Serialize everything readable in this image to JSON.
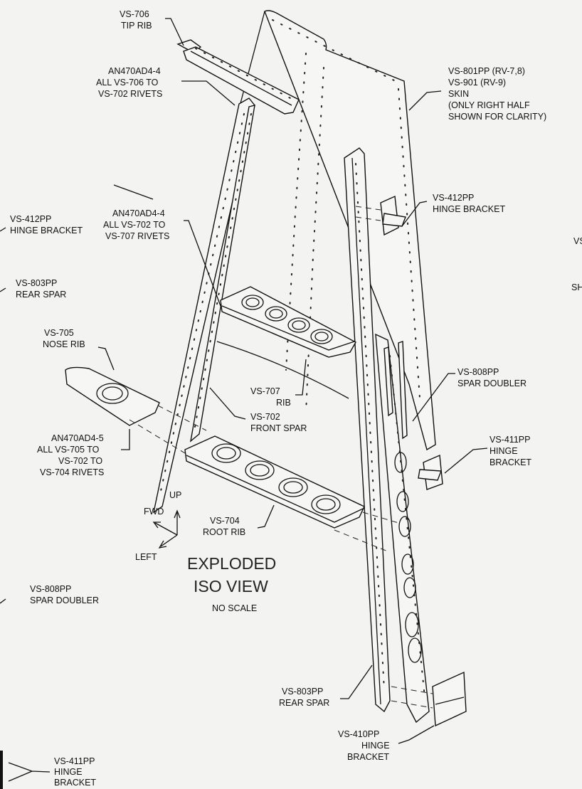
{
  "labels": {
    "tip_rib": [
      "VS-706",
      "TIP RIB"
    ],
    "rivets_706": [
      "AN470AD4-4",
      "ALL VS-706 TO",
      "VS-702 RIVETS"
    ],
    "skin": [
      "VS-801PP (RV-7,8)",
      "VS-901 (RV-9)",
      "SKIN",
      "(ONLY RIGHT HALF",
      "SHOWN FOR CLARITY)"
    ],
    "hinge_412_right": [
      "VS-412PP",
      "HINGE BRACKET"
    ],
    "hinge_412_left": [
      "VS-412PP",
      "HINGE BRACKET"
    ],
    "rivets_707": [
      "AN470AD4-4",
      "ALL VS-702 TO",
      "VS-707 RIVETS"
    ],
    "rear_spar_left": [
      "VS-803PP",
      "REAR SPAR"
    ],
    "nose_rib": [
      "VS-705",
      "NOSE RIB"
    ],
    "rib_707": [
      "VS-707",
      "RIB"
    ],
    "front_spar": [
      "VS-702",
      "FRONT SPAR"
    ],
    "rivets_705": [
      "AN470AD4-5",
      "ALL VS-705 TO",
      "VS-702 TO",
      "VS-704 RIVETS"
    ],
    "spar_doubler_right": [
      "VS-808PP",
      "SPAR DOUBLER"
    ],
    "hinge_411_right": [
      "VS-411PP",
      "HINGE",
      "BRACKET"
    ],
    "root_rib": [
      "VS-704",
      "ROOT RIB"
    ],
    "spar_doubler_left": [
      "VS-808PP",
      "SPAR DOUBLER"
    ],
    "rear_spar_bottom": [
      "VS-803PP",
      "REAR SPAR"
    ],
    "hinge_410": [
      "VS-410PP",
      "HINGE",
      "BRACKET"
    ],
    "hinge_411_left": [
      "VS-411PP",
      "HINGE",
      "BRACKET"
    ],
    "edge_fragments": [
      "VS",
      "SH"
    ]
  },
  "axes": {
    "up": "UP",
    "fwd": "FWD",
    "left": "LEFT"
  },
  "title": [
    "EXPLODED",
    "ISO VIEW"
  ],
  "scale_note": "NO SCALE"
}
